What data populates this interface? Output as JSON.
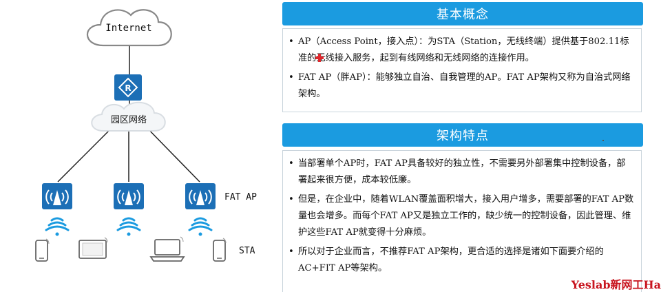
{
  "diagram": {
    "internet_label": "Internet",
    "campus_label": "园区网络",
    "fat_ap_label": "FAT AP",
    "sta_label": "STA",
    "router_label": "R"
  },
  "panels": [
    {
      "title": "基本概念",
      "bullets": [
        "AP（Access Point，接入点）：为STA（Station，无线终端）提供基于802.11标准的无线接入服务，起到有线网络和无线网络的连接作用。",
        "FAT AP（胖AP）：能够独立自治、自我管理的AP。FAT AP架构又称为自治式网络架构。"
      ]
    },
    {
      "title": "架构特点",
      "bullets": [
        "当部署单个AP时，FAT AP具备较好的独立性，不需要另外部署集中控制设备，部署起来很方便，成本较低廉。",
        "但是，在企业中，随着WLAN覆盖面积增大，接入用户增多，需要部署的FAT AP数量也会增多。而每个FAT AP又是独立工作的，缺少统一的控制设备，因此管理、维护这些FAT AP就变得十分麻烦。",
        "所以对于企业而言，不推荐FAT AP架构，更合适的选择是诸如下面要介绍的AC+FIT AP等架构。"
      ]
    }
  ],
  "bullet_symbol": "•",
  "watermark": "Yeslab新网工Ha",
  "colors": {
    "header_blue": "#1b9be0",
    "ap_blue": "#1c6fb6",
    "watermark_red": "#c8141e"
  },
  "icons": [
    "cloud-icon",
    "router-icon",
    "ap-icon",
    "wifi-signal-icon",
    "phone-icon",
    "tablet-icon",
    "laptop-icon"
  ]
}
